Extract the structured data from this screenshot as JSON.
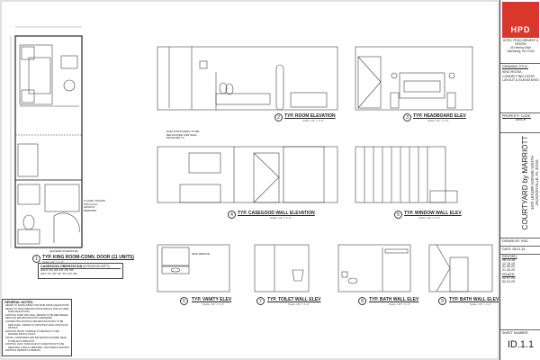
{
  "title_block": {
    "logo": "HPD",
    "company": "HOTEL PROCUREMENT & DESIGN",
    "address1": "44 Hersha Drive",
    "address2": "Harrisburg, PA 17102",
    "drawing_title_label": "DRAWING TITLE:",
    "drawing_title": "KING ROOM - CONNECTING DOOR LAYOUT & ELEVATIONS",
    "property_code_label": "PROPERTY CODE:",
    "property_code": "JAXCH",
    "project": "COURTYARD by MARRIOTT",
    "street": "4670 LENOIR AVENUE SOUTH",
    "city": "JACKSONVILLE, FL 32216",
    "drawn_by_label": "DRAWN BY:",
    "drawn_by": "KND",
    "date_label": "DATE:",
    "date": "08.01.18",
    "revised_label": "REVISED:",
    "revised": [
      "08.13.18",
      "12.10.19",
      "01.08.20",
      "01.30.20"
    ],
    "issued_label": "ISSUED:",
    "issued": [
      "02.07.20",
      "02.24.20"
    ],
    "sheet_label": "SHEET NUMBER:",
    "sheet_number": "ID.1.1",
    "accent_color": "#d9372b"
  },
  "views": [
    {
      "num": "1",
      "title": "TYP. KING ROOM-CONN. DOOR (11 UNITS)",
      "scale": "Scale: 1/4\" = 1'-0\""
    },
    {
      "num": "2",
      "title": "TYP. ROOM ELEVATION",
      "scale": "Scale: 1/2\" = 1'-0\""
    },
    {
      "num": "3",
      "title": "TYP. HEADBOARD ELEV",
      "scale": "Scale: 1/2\" = 1'-0\""
    },
    {
      "num": "4",
      "title": "TYP. CASEGOOD WALL ELEVATION",
      "scale": "Scale: 1/2\" = 1'-0\""
    },
    {
      "num": "5",
      "title": "TYP. WINDOW WALL ELEV",
      "scale": "Scale: 1/2\" = 1'-0\""
    },
    {
      "num": "6",
      "title": "TYP. VANITY ELEV",
      "scale": "Scale: 1/2\" = 1'-0\""
    },
    {
      "num": "7",
      "title": "TYP. TOILET WALL ELEV",
      "scale": "Scale: 1/2\" = 1'-0\""
    },
    {
      "num": "8",
      "title": "TYP. BATH WALL ELEV",
      "scale": "Scale: 1/2\" = 1'-0\""
    },
    {
      "num": "9",
      "title": "TYP. BATH WALL ELEV",
      "scale": "Scale: 1/2\" = 1'-0\""
    }
  ],
  "casegood": {
    "title": "CASEGOOD ORIENTATION",
    "subtitle": "(5 RIGHT/6 LEFT)",
    "right": "RIGHT: 105, 205, 305, 405, 505",
    "left": "LEFT: 207, 307, 407, 501, 507, 509"
  },
  "general_notes": {
    "title": "GENERAL NOTES:",
    "items": [
      "REFER TO FINISH INDEX FOR MAIN FINISH SELECTIONS",
      "REFER TO FF&E SPECIFICATION MANUAL FOR ALL NEW FF&E SELECTIONS",
      "EXISTING TUBE TWO WALL REMAIN TO BE REFINISHED",
      "REPLACE BATHROOM DOOR HARDWARE",
      "CONNECTING DOORS & BATHROOM DOORS TO BE REPLACED - REFER TO ARCHITECTURAL DWGS FOR DETAILS",
      "EXISTING WOOD CORNICE TO REMAIN & TO BE PAINTED FROM LOCALS",
      "INSTALL GRAB BARS AND BATHROOM SHOWER HEAD TO BE ADA COMPLIANT",
      "EXISTING HVAC THROUGHOUT GUESTROOM TO BE REMOVED & WALLS PREPPED, TEXTURED & PAINTED",
      "EXISTING DRAPES TO REMAIN"
    ]
  },
  "annotations": {
    "electrical": "ELECTROSCREEN TO BE RELOCATED FOR WALL MOUNTED TV",
    "vanity_mirror": "NEW MIRROR",
    "shower_surround": "SHOWER SURROUND",
    "closet_note": "CLOSET DOORS WITH FULL LENGTH MIRRORS"
  }
}
